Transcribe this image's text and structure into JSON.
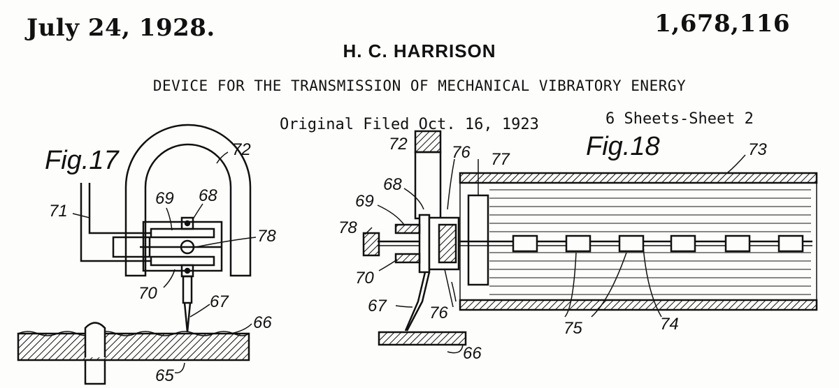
{
  "header": {
    "date": "July 24, 1928.",
    "patent_number": "1,678,116",
    "inventor": "H. C. HARRISON",
    "title": "DEVICE FOR THE TRANSMISSION OF MECHANICAL VIBRATORY ENERGY",
    "filed": "Original Filed Oct. 16, 1923",
    "sheet": "6 Sheets-Sheet 2"
  },
  "figures": {
    "fig17": {
      "label": "Fig.17",
      "refs": {
        "r72": "72",
        "r69": "69",
        "r68": "68",
        "r71": "71",
        "r78": "78",
        "r70": "70",
        "r67": "67",
        "r66": "66",
        "r65": "65"
      }
    },
    "fig18": {
      "label": "Fig.18",
      "refs": {
        "r72": "72",
        "r76a": "76",
        "r77": "77",
        "r73": "73",
        "r68": "68",
        "r69": "69",
        "r78": "78",
        "r70": "70",
        "r67": "67",
        "r76b": "76",
        "r75": "75",
        "r74": "74",
        "r66": "66"
      }
    }
  }
}
